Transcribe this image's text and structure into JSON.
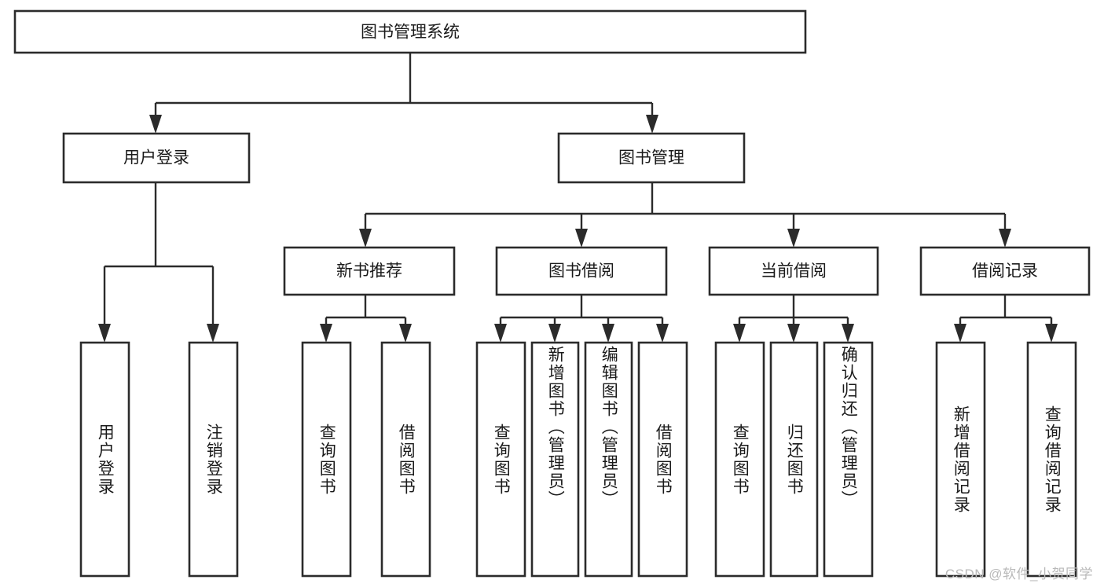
{
  "diagram": {
    "type": "hierarchy-tree",
    "title": "图书管理系统",
    "orientation": "top-down",
    "colors": {
      "box_stroke": "#2b2b2b",
      "box_fill": "#ffffff",
      "text": "#1a1a1a",
      "connector": "#2b2b2b",
      "watermark": "#b9b9b9",
      "background": "#ffffff"
    }
  },
  "root": {
    "label": "图书管理系统"
  },
  "level2": [
    {
      "label": "用户登录"
    },
    {
      "label": "图书管理"
    }
  ],
  "level3": [
    {
      "label": "新书推荐"
    },
    {
      "label": "图书借阅"
    },
    {
      "label": "当前借阅"
    },
    {
      "label": "借阅记录"
    }
  ],
  "leaves": {
    "user_login": [
      {
        "label": "用户登录"
      },
      {
        "label": "注销登录"
      }
    ],
    "new_book_recommend": [
      {
        "label": "查询图书"
      },
      {
        "label": "借阅图书"
      }
    ],
    "book_borrow": [
      {
        "label": "查询图书"
      },
      {
        "label": "新增图书（管理员）"
      },
      {
        "label": "编辑图书（管理员）"
      },
      {
        "label": "借阅图书"
      }
    ],
    "current_borrow": [
      {
        "label": "查询图书"
      },
      {
        "label": "归还图书"
      },
      {
        "label": "确认归还（管理员）"
      }
    ],
    "borrow_record": [
      {
        "label": "新增借阅记录"
      },
      {
        "label": "查询借阅记录"
      }
    ]
  },
  "watermark": {
    "text": "CSDN @软件_小贺同学"
  }
}
